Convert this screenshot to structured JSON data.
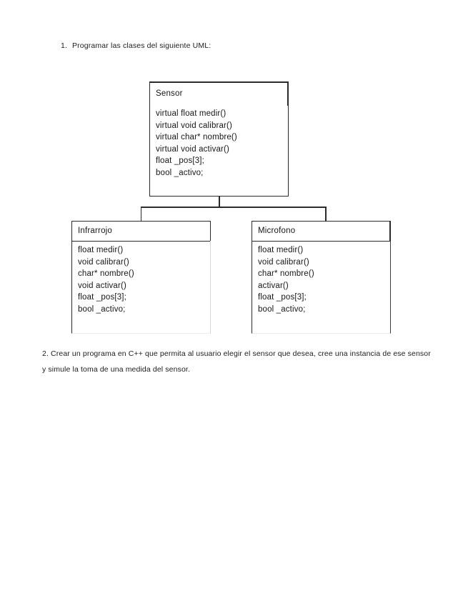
{
  "document": {
    "instructions": [
      {
        "number": "1.",
        "text": "Programar las clases del siguiente UML:"
      },
      {
        "number": "2.",
        "text": "2. Crear un programa en C++ que permita al usuario elegir el sensor que desea, cree una instancia de ese sensor y simule la toma de una medida del sensor."
      }
    ]
  },
  "uml": {
    "classes": {
      "sensor": {
        "name": "Sensor",
        "members": [
          "virtual float medir()",
          "virtual void calibrar()",
          "virtual char* nombre()",
          "virtual void activar()",
          "float _pos[3];",
          "bool _activo;"
        ]
      },
      "infrarrojo": {
        "name": "Infrarrojo",
        "members": [
          "float medir()",
          "void calibrar()",
          "char* nombre()",
          "void activar()",
          "float _pos[3];",
          "bool _activo;"
        ]
      },
      "microfono": {
        "name": "Microfono",
        "members": [
          "float medir()",
          "void calibrar()",
          "char* nombre()",
          "activar()",
          "float _pos[3];",
          "bool _activo;"
        ]
      }
    },
    "relationships": [
      {
        "type": "generalization",
        "from": "Infrarrojo",
        "to": "Sensor"
      },
      {
        "type": "generalization",
        "from": "Microfono",
        "to": "Sensor"
      }
    ],
    "colors": {
      "line": "#2a2a2a",
      "text": "#161616",
      "background": "#ffffff"
    }
  }
}
